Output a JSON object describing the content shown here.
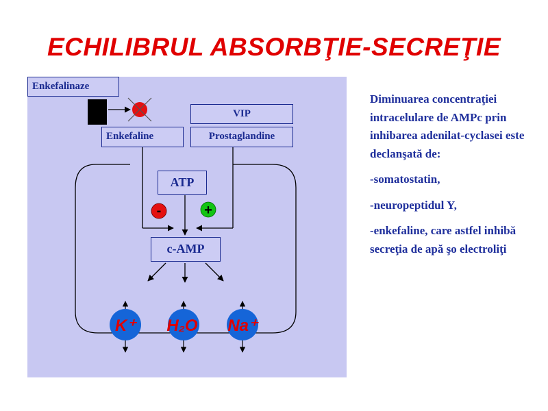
{
  "title": "ECHILIBRUL ABSORBŢIE-SECREŢIE",
  "diagram": {
    "enkefalinaze": "Enkefalinaze",
    "enkefaline": "Enkefaline",
    "vip": "VIP",
    "prostaglandine": "Prostaglandine",
    "atp": "ATP",
    "camp": "c-AMP",
    "minus": "-",
    "plus": "+",
    "k_ion": "K⁺",
    "h2o": "H₂O",
    "na_ion": "Na⁺"
  },
  "side_text": {
    "intro": "Diminuarea concentraţiei intracelulare de AMPc prin inhibarea adenilat-cyclasei este declanşată de:",
    "item1": "-somatostatin,",
    "item2": "-neuropeptidul Y,",
    "item3": "-enkefaline, care astfel inhibă secreţia de apă şo electroliţi"
  },
  "colors": {
    "title": "#e00000",
    "text": "#1f2f9c",
    "panel": "#c8c8f2",
    "ion_circle": "#1565d8",
    "ion_text": "#e00000",
    "minus_circle": "#e41010",
    "plus_circle": "#12c412"
  }
}
